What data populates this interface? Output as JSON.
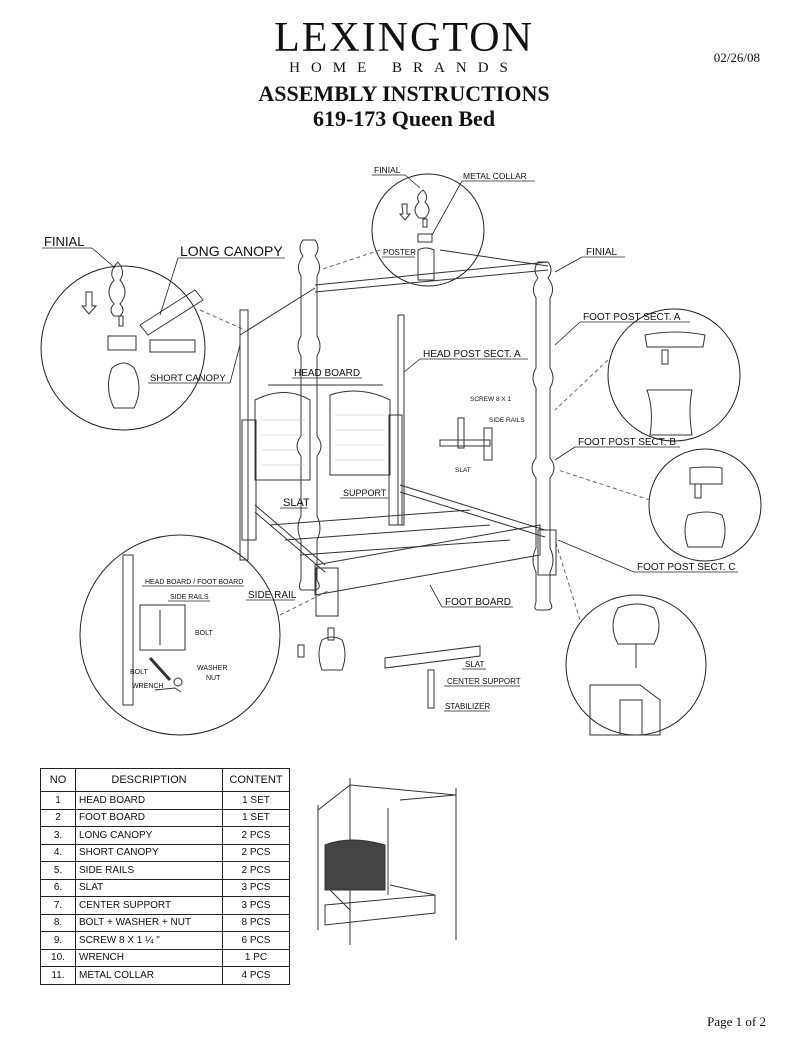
{
  "header": {
    "brand": "LEXINGTON",
    "brand_sub": "HOME BRANDS",
    "date": "02/26/08",
    "title": "ASSEMBLY INSTRUCTIONS",
    "subtitle": "619-173 Queen Bed"
  },
  "callouts": {
    "finial_left": "FINIAL",
    "long_canopy": "LONG CANOPY",
    "short_canopy": "SHORT CANOPY",
    "finial_top": "FINIAL",
    "metal_collar": "METAL COLLAR",
    "poster": "POSTER",
    "finial_right": "FINIAL",
    "foot_post_a": "FOOT POST SECT. A",
    "head_post_a": "HEAD POST SECT. A",
    "head_board": "HEAD BOARD",
    "screw": "SCREW  8 X 1",
    "side_rails": "SIDE RAILS",
    "slat_small": "SLAT",
    "foot_post_b": "FOOT POST SECT. B",
    "slat": "SLAT",
    "support": "SUPPORT",
    "foot_post_c": "FOOT POST SECT. C",
    "head_foot_board": "HEAD BOARD / FOOT BOARD",
    "side_rails_detail": "SIDE RAILS",
    "side_rail": "SIDE RAIL",
    "foot_board": "FOOT BOARD",
    "bolt_top": "BOLT",
    "washer": "WASHER",
    "bolt": "BOLT",
    "nut": "NUT",
    "wrench": "WRENCH",
    "slat_center": "SLAT",
    "center_support": "CENTER SUPPORT",
    "stabilizer": "STABILIZER"
  },
  "parts_table": {
    "headers": {
      "no": "NO",
      "description": "DESCRIPTION",
      "content": "CONTENT"
    },
    "rows": [
      {
        "no": "1",
        "description": "HEAD BOARD",
        "content": "1 SET"
      },
      {
        "no": "2",
        "description": "FOOT BOARD",
        "content": "1 SET"
      },
      {
        "no": "3.",
        "description": "LONG CANOPY",
        "content": "2 PCS"
      },
      {
        "no": "4.",
        "description": "SHORT CANOPY",
        "content": "2 PCS"
      },
      {
        "no": "5.",
        "description": "SIDE RAILS",
        "content": "2 PCS"
      },
      {
        "no": "6.",
        "description": "SLAT",
        "content": "3 PCS"
      },
      {
        "no": "7.",
        "description": "CENTER SUPPORT",
        "content": "3 PCS"
      },
      {
        "no": "8.",
        "description": "BOLT + WASHER + NUT",
        "content": "8 PCS"
      },
      {
        "no": "9.",
        "description": "SCREW 8 X 1 ¼ \"",
        "content": "6 PCS"
      },
      {
        "no": "10.",
        "description": "WRENCH",
        "content": "1 PC"
      },
      {
        "no": "11.",
        "description": "METAL COLLAR",
        "content": "4 PCS"
      }
    ]
  },
  "footer": {
    "page": "Page 1 of 2"
  }
}
